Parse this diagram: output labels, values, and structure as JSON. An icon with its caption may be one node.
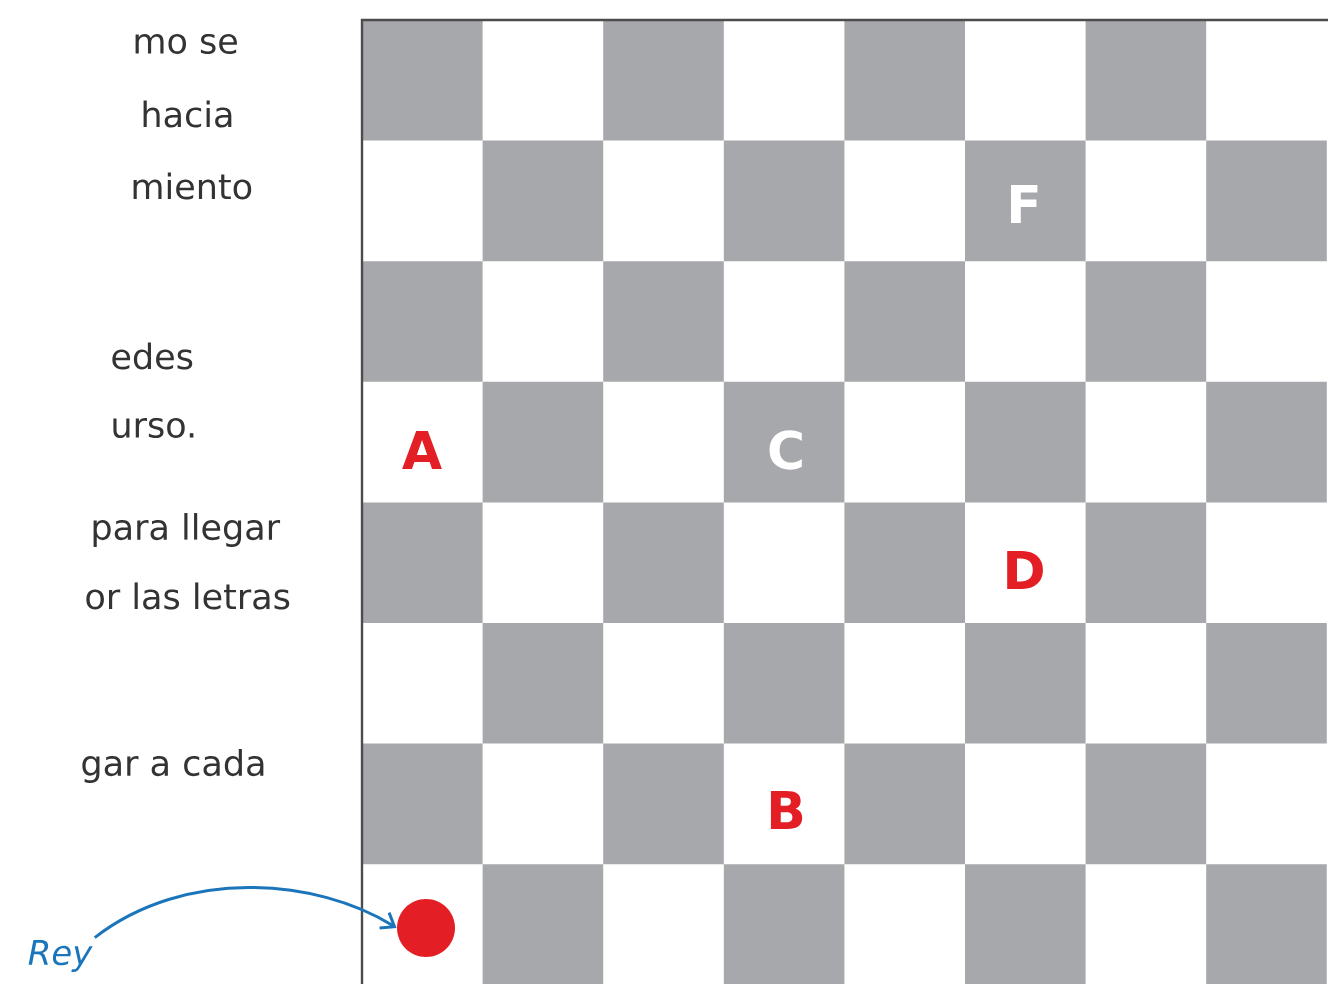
{
  "diagram": {
    "nodes": [
      {
        "text": [
          "Rey"
        ]
      },
      {
        "text": [],
        "shape": "circle"
      }
    ],
    "edges": [
      {
        "from": 0,
        "to": 1,
        "arrow": "to",
        "color": "#1b75bb"
      }
    ],
    "labels": [
      "mo se",
      "hacia",
      "miento",
      "edes",
      "urso.",
      "para llegar",
      "or las letras",
      "gar a cada",
      "F",
      "A",
      "C",
      "D",
      "B"
    ]
  }
}
